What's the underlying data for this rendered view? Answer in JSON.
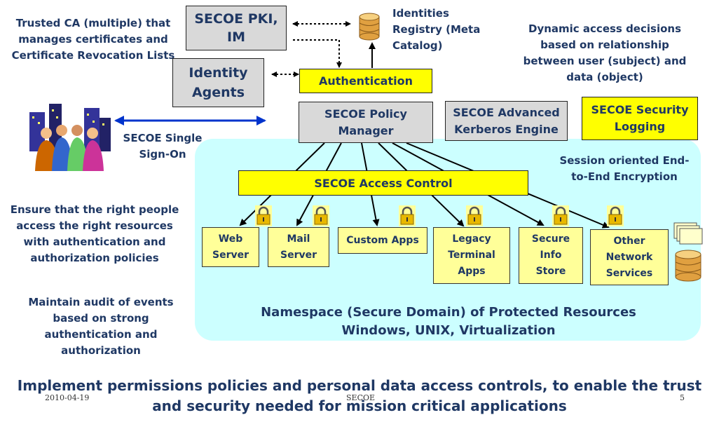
{
  "notes": {
    "trusted_ca": "Trusted CA (multiple) that manages certificates and Certificate Revocation Lists",
    "dynamic_access": "Dynamic access decisions based on relationship between user (subject) and data (object)",
    "single_signon": "SECOE Single Sign-On",
    "ensure_right": "Ensure that the right people access the right resources with authentication and authorization policies",
    "maintain_audit": "Maintain audit of events based on strong authentication and authorization",
    "session_encryption": "Session oriented End-to-End Encryption",
    "identities_registry": "Identities Registry (Meta Catalog)"
  },
  "boxes": {
    "pki": "SECOE PKI, IM",
    "identity_agents": "Identity Agents",
    "authentication": "Authentication",
    "policy_manager": "SECOE Policy Manager",
    "kerberos": "SECOE Advanced Kerberos Engine",
    "security_logging": "SECOE Security Logging",
    "access_control": "SECOE Access Control"
  },
  "resources": [
    "Web Server",
    "Mail Server",
    "Custom Apps",
    "Legacy Terminal Apps",
    "Secure Info Store",
    "Other Network Services"
  ],
  "namespace": {
    "line1": "Namespace (Secure Domain) of Protected Resources",
    "line2": "Windows, UNIX, Virtualization"
  },
  "headline": "Implement permissions policies and personal data access controls, to enable the trust and security needed for mission critical applications",
  "footer": {
    "date": "2010-04-19",
    "org": "SECOE",
    "page": "5"
  }
}
